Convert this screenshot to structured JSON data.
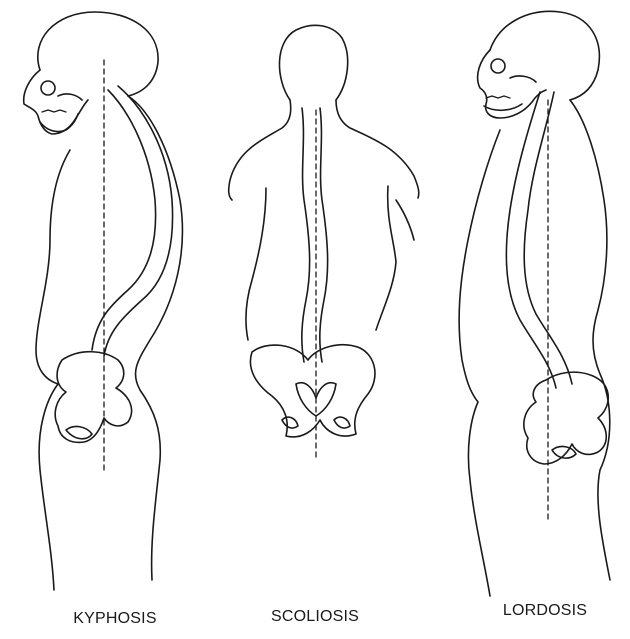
{
  "figures": [
    {
      "id": "kyphosis",
      "label": "KYPHOSIS"
    },
    {
      "id": "scoliosis",
      "label": "SCOLIOSIS"
    },
    {
      "id": "lordosis",
      "label": "LORDOSIS"
    }
  ],
  "colors": {
    "ink": "#1a1a1a",
    "background": "#ffffff"
  }
}
